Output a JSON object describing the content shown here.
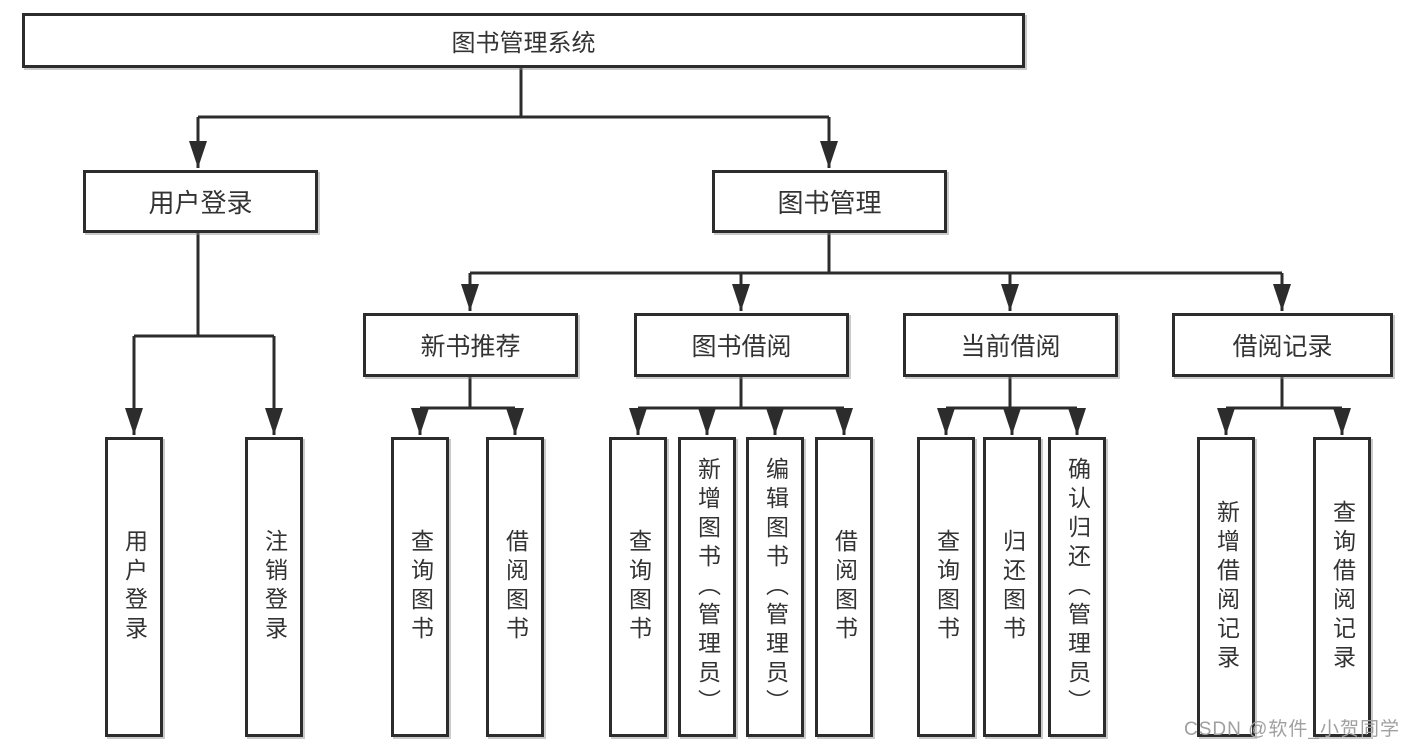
{
  "tree": {
    "root": "图书管理系统",
    "branches": [
      {
        "label": "用户登录",
        "children": [
          {
            "label": "用户登录"
          },
          {
            "label": "注销登录"
          }
        ]
      },
      {
        "label": "图书管理",
        "children": [
          {
            "label": "新书推荐",
            "children": [
              {
                "label": "查询图书"
              },
              {
                "label": "借阅图书"
              }
            ]
          },
          {
            "label": "图书借阅",
            "children": [
              {
                "label": "查询图书"
              },
              {
                "label": "新增图书（管理员）"
              },
              {
                "label": "编辑图书（管理员）"
              },
              {
                "label": "借阅图书"
              }
            ]
          },
          {
            "label": "当前借阅",
            "children": [
              {
                "label": "查询图书"
              },
              {
                "label": "归还图书"
              },
              {
                "label": "确认归还（管理员）"
              }
            ]
          },
          {
            "label": "借阅记录",
            "children": [
              {
                "label": "新增借阅记录"
              },
              {
                "label": "查询借阅记录"
              }
            ]
          }
        ]
      }
    ]
  },
  "watermark": {
    "text": "CSDN @软件_小贺同学"
  },
  "colors": {
    "line": "#2c2c2c",
    "box_border": "#2c2c2c",
    "text": "#333333",
    "watermark": "#a0a0a0",
    "background": "#ffffff"
  }
}
